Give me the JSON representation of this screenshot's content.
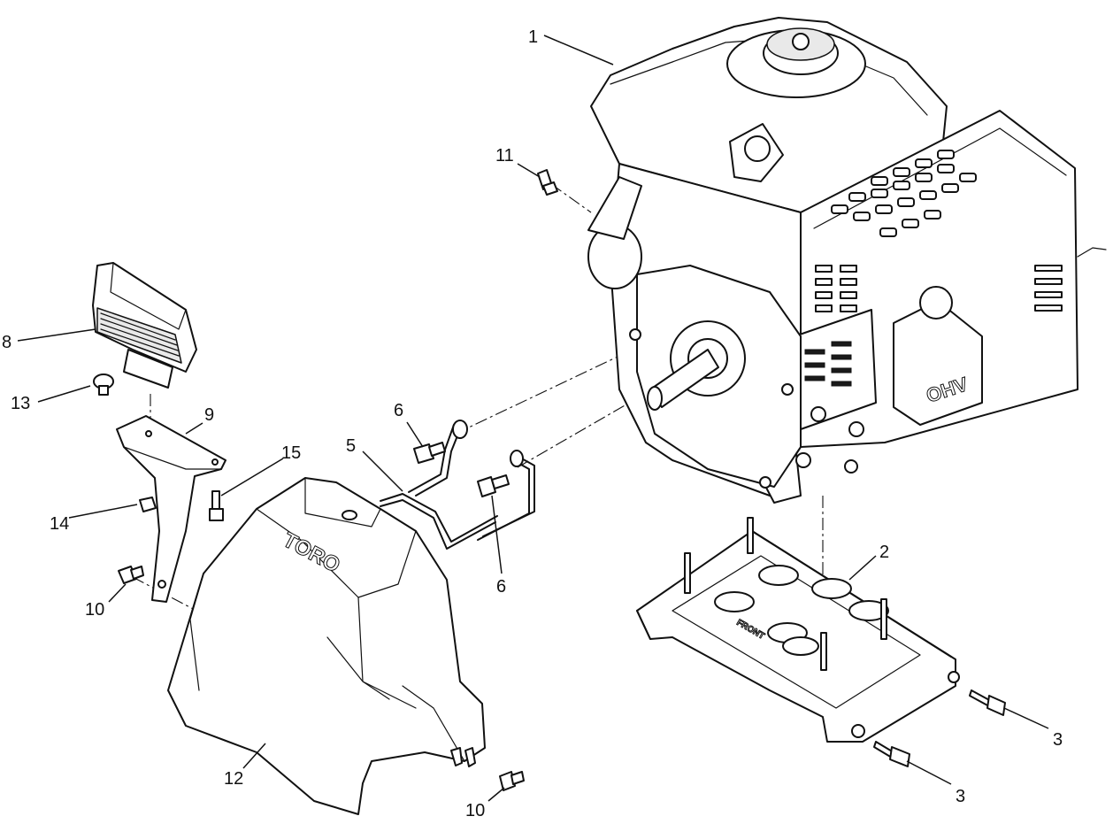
{
  "diagram": {
    "type": "exploded-parts-view",
    "callouts": [
      {
        "id": "c1",
        "label": "1"
      },
      {
        "id": "c2",
        "label": "2"
      },
      {
        "id": "c3a",
        "label": "3"
      },
      {
        "id": "c3b",
        "label": "3"
      },
      {
        "id": "c5",
        "label": "5"
      },
      {
        "id": "c6a",
        "label": "6"
      },
      {
        "id": "c6b",
        "label": "6"
      },
      {
        "id": "c8",
        "label": "8"
      },
      {
        "id": "c9",
        "label": "9"
      },
      {
        "id": "c10a",
        "label": "10"
      },
      {
        "id": "c10b",
        "label": "10"
      },
      {
        "id": "c11",
        "label": "11"
      },
      {
        "id": "c12",
        "label": "12"
      },
      {
        "id": "c13",
        "label": "13"
      },
      {
        "id": "c14",
        "label": "14"
      },
      {
        "id": "c15",
        "label": "15"
      }
    ],
    "part_markings": {
      "shroud_logo": "TORO",
      "engine_badge": "OHV",
      "mount_marking": "FRONT"
    }
  }
}
